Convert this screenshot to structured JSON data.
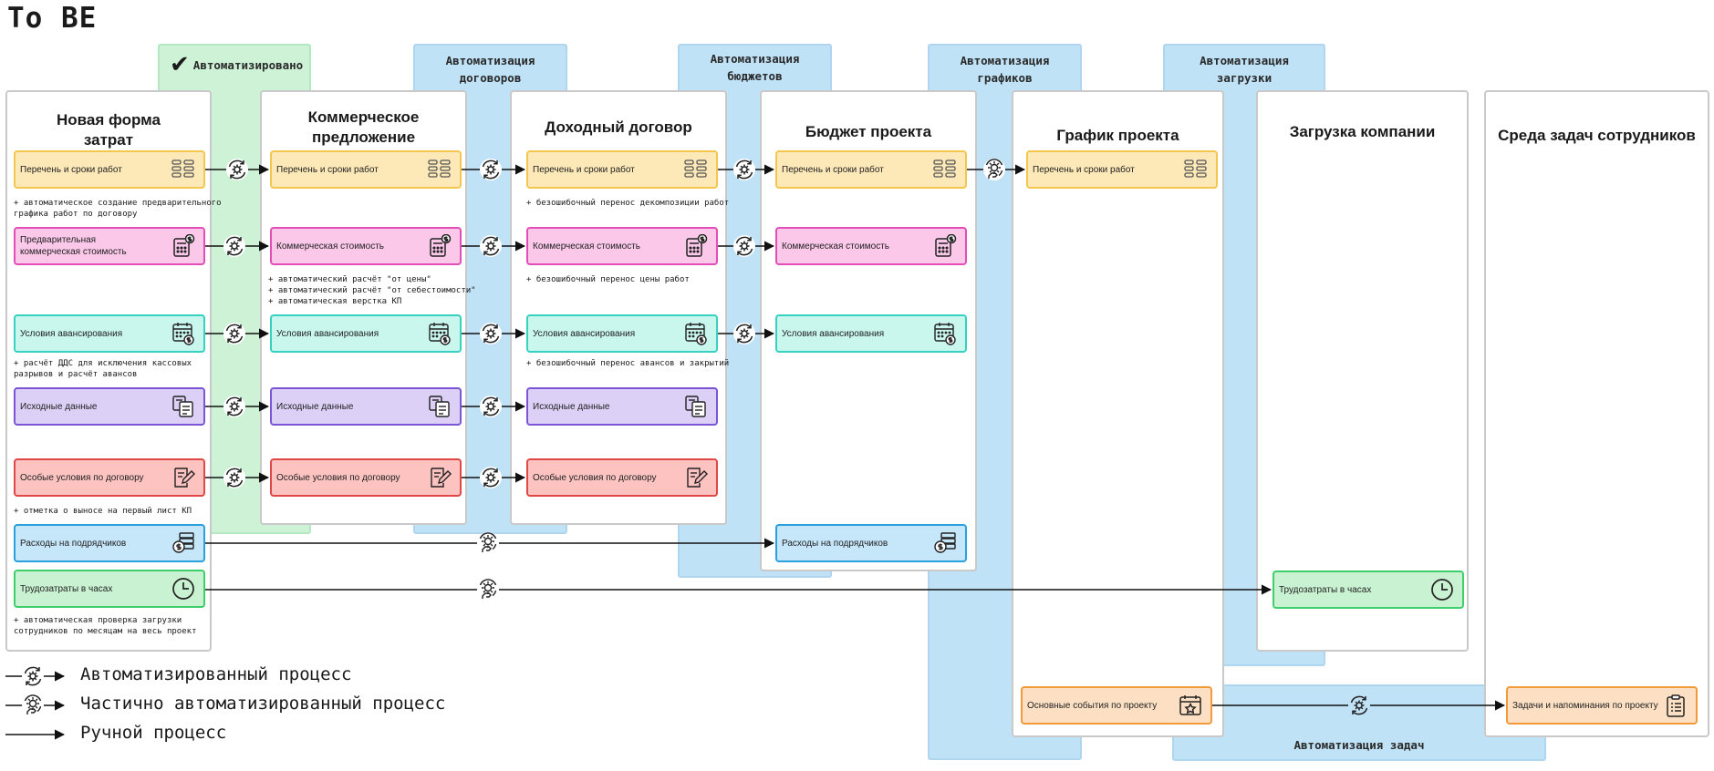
{
  "title": "To BE",
  "automation_bands": {
    "automated": "Автоматизировано",
    "contracts": "Автоматизация\nдоговоров",
    "budgets": "Автоматизация\nбюджетов",
    "schedules": "Автоматизация\nграфиков",
    "workload": "Автоматизация\nзагрузки",
    "tasks": "Автоматизация задач"
  },
  "stages": {
    "cost_form": {
      "title": "Новая форма\nзатрат",
      "cards": {
        "works": "Перечень и сроки работ",
        "price": "Предварительная\nкоммерческая стоимость",
        "advance": "Условия авансирования",
        "input": "Исходные данные",
        "special": "Особые условия по договору",
        "contractors": "Расходы на подрядчиков",
        "labor": "Трудозатраты в часах"
      },
      "notes": {
        "works": "+ автоматическое создание предварительного\nграфика работ по договору",
        "advance": "+ расчёт ДДС для исключения кассовых\nразрывов и расчёт авансов",
        "special": "+ отметка о выносе на первый лист КП",
        "labor": "+ автоматическая проверка загрузки\nсотрудников по месяцам на весь проект"
      }
    },
    "proposal": {
      "title": "Коммерческое\nпредложение",
      "cards": {
        "works": "Перечень и сроки работ",
        "price": "Коммерческая стоимость",
        "advance": "Условия авансирования",
        "input": "Исходные данные",
        "special": "Особые условия по договору"
      },
      "notes": {
        "price": "+ автоматический расчёт \"от цены\"\n+ автоматический расчёт \"от себестоимости\"\n+ автоматическая верстка КП"
      }
    },
    "income": {
      "title": "Доходный договор",
      "cards": {
        "works": "Перечень и сроки работ",
        "price": "Коммерческая стоимость",
        "advance": "Условия авансирования",
        "input": "Исходные данные",
        "special": "Особые условия по договору"
      },
      "notes": {
        "works": "+ безошибочный перенос декомпозиции работ",
        "price": "+ безошибочный перенос цены работ",
        "advance": "+ безошибочный перенос авансов и закрытий"
      }
    },
    "budget": {
      "title": "Бюджет проекта",
      "cards": {
        "works": "Перечень и сроки работ",
        "price": "Коммерческая стоимость",
        "advance": "Условия авансирования",
        "contractors": "Расходы на подрядчиков"
      }
    },
    "schedule": {
      "title": "График проекта",
      "cards": {
        "works": "Перечень и сроки работ",
        "events": "Основные события по проекту"
      }
    },
    "workload": {
      "title": "Загрузка компании",
      "cards": {
        "labor": "Трудозатраты в часах"
      }
    },
    "tasks": {
      "title": "Среда задач сотрудников",
      "cards": {
        "reminders": "Задачи и напоминания по проекту"
      }
    }
  },
  "legend": {
    "automated": "Автоматизированный процесс",
    "partial": "Частично автоматизированный процесс",
    "manual": "Ручной процесс"
  },
  "icons": {
    "automated": "gear-cycle-icon",
    "partial": "gear-hand-icon",
    "list": "database-list-icon",
    "price": "calculator-dollar-icon",
    "advance": "calendar-dollar-icon",
    "input": "documents-icon",
    "special": "document-pen-icon",
    "contractors": "money-stack-icon",
    "labor": "clock-icon",
    "events": "calendar-star-icon",
    "tasks": "clipboard-list-icon"
  },
  "colors": {
    "yellow": "#f3c64f",
    "pink": "#e14fb6",
    "cyan": "#35d1c1",
    "purple": "#7b55d6",
    "red": "#e04848",
    "blue": "#2aa0de",
    "green": "#3fcf6a",
    "orange": "#f19a3a",
    "band_blue": "#bfe2f7",
    "band_green": "#cdf2d5"
  }
}
